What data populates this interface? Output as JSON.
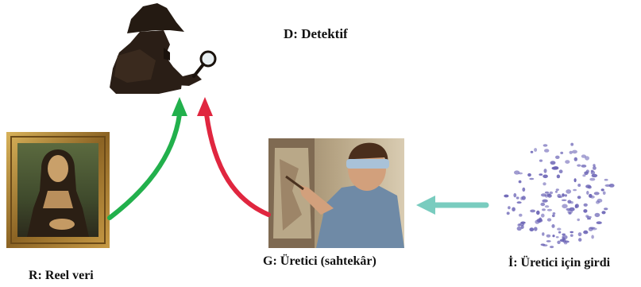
{
  "labels": {
    "detective": "D: Detektif",
    "real_data": "R: Reel veri",
    "generator": "G: Üretici (sahtekâr)",
    "generator_input": "İ: Üretici için girdi"
  },
  "colors": {
    "real_arrow": "#22b04c",
    "fake_arrow": "#e0263f",
    "input_arrow": "#79ccbf",
    "noise_dots": "#6a63b5",
    "frame_gold": "#b58a3a",
    "detective_silhouette": "#2a1e16"
  },
  "icons": {
    "detective": "detective-with-magnifier-icon",
    "mona_lisa": "mona-lisa-painting-icon",
    "forger": "blindfolded-painter-icon",
    "noise": "random-noise-cloud-icon"
  }
}
